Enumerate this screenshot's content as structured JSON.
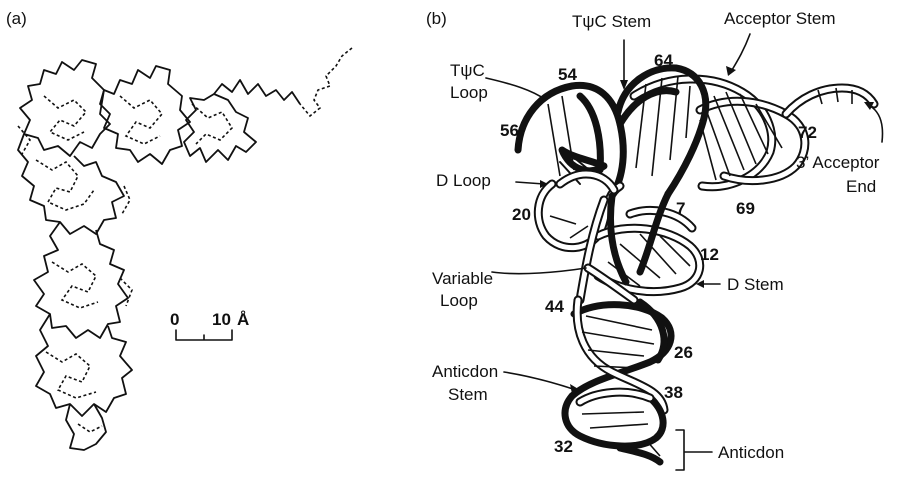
{
  "panel_a": {
    "label": "(a)",
    "scale_bar": {
      "start": "0",
      "end": "10",
      "unit": "Å"
    }
  },
  "panel_b": {
    "label": "(b)",
    "regions": {
      "tpsic_loop_line1": "TψC",
      "tpsic_loop_line2": "Loop",
      "tpsic_stem": "TψC Stem",
      "acceptor_stem": "Acceptor Stem",
      "acceptor_end_line1": "3’ Acceptor",
      "acceptor_end_line2": "End",
      "d_loop": "D Loop",
      "variable_loop_line1": "Variable",
      "variable_loop_line2": "Loop",
      "d_stem": "D Stem",
      "anticodon_stem_line1": "Anticdon",
      "anticodon_stem_line2": "Stem",
      "anticodon": "Anticdon"
    },
    "residues": {
      "n54": "54",
      "n64": "64",
      "n56": "56",
      "n72": "72",
      "n20": "20",
      "n7": "7",
      "n69": "69",
      "n12": "12",
      "n44": "44",
      "n26": "26",
      "n38": "38",
      "n32": "32"
    }
  }
}
